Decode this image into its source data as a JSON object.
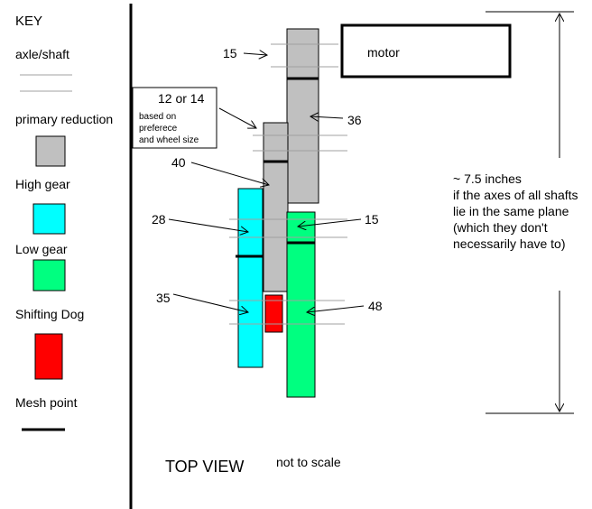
{
  "key": {
    "title": "KEY",
    "axle_label": "axle/shaft",
    "primary_label": "primary reduction",
    "high_label": "High gear",
    "low_label": "Low gear",
    "dog_label": "Shifting Dog",
    "mesh_label": "Mesh point"
  },
  "colors": {
    "primary": "#c0c0c0",
    "high": "#00ffff",
    "low": "#00ff80",
    "dog": "#ff0000",
    "axle": "#a0a0a0"
  },
  "labels": {
    "motor": "motor",
    "t15_top": "15",
    "t12or14": "12 or 14",
    "note_line1": "based on",
    "note_line2": "preferece",
    "note_line3": "and wheel size",
    "t36": "36",
    "t40": "40",
    "t28": "28",
    "t15_right": "15",
    "t35": "35",
    "t48": "48"
  },
  "dimension": {
    "line1": "~ 7.5 inches",
    "line2": "if the axes of all shafts",
    "line3": "lie in the same plane",
    "line4": "(which they don't",
    "line5": "necessarily have to)"
  },
  "footer": {
    "title": "TOP VIEW",
    "note": "not to scale"
  }
}
